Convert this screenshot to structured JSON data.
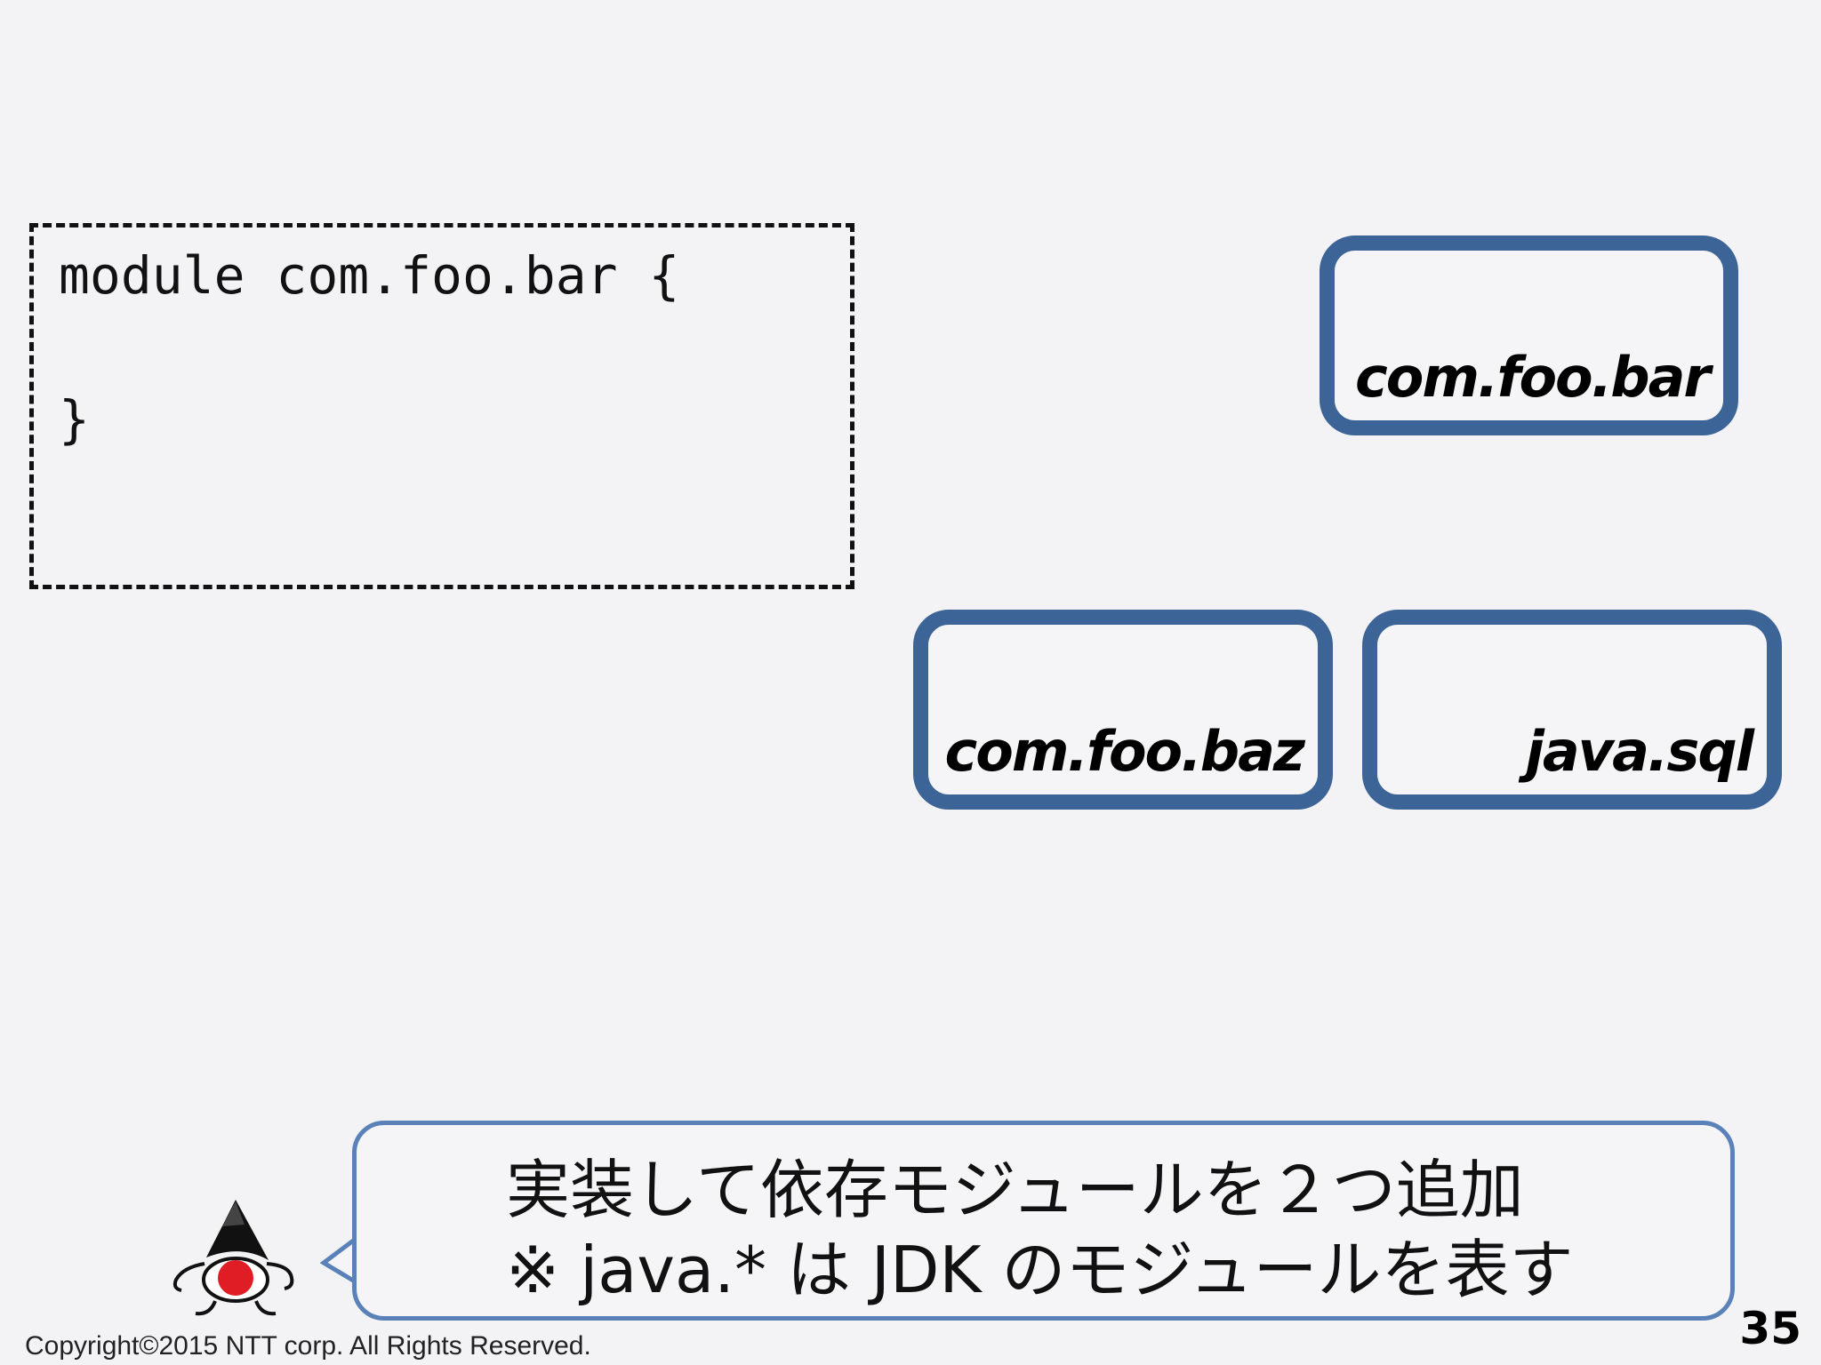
{
  "code": {
    "open_line": "module com.foo.bar {",
    "close_line": "}"
  },
  "modules": {
    "bar": "com.foo.bar",
    "baz": "com.foo.baz",
    "sql": "java.sql"
  },
  "callout": {
    "line1": "実装して依存モジュールを２つ追加",
    "line2": "※ java.* は JDK のモジュールを表す"
  },
  "colors": {
    "module_border": "#3d6496",
    "callout_border": "#5a82b8"
  },
  "footer": {
    "copyright": "Copyright©2015  NTT corp. All Rights Reserved.",
    "page_number": "35"
  }
}
